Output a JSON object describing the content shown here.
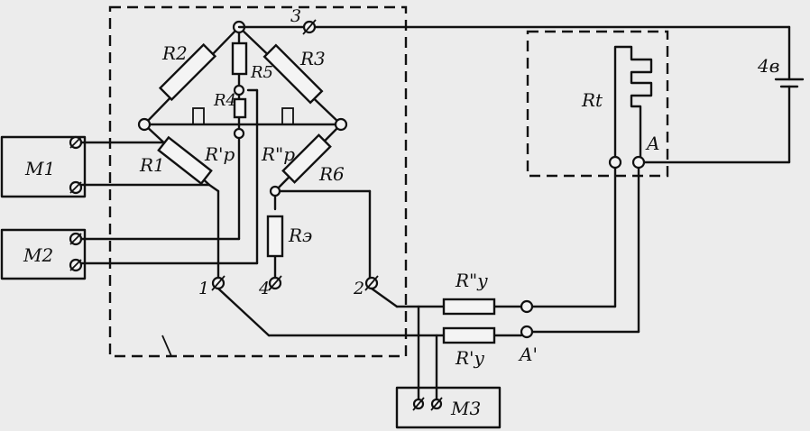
{
  "labels": {
    "r2": "R2",
    "r3": "R3",
    "r5": "R5",
    "r4": "R4",
    "r1": "R1",
    "r6": "R6",
    "rp1": "R'p",
    "rp2": "R\"p",
    "re": "Rэ",
    "rt": "Rt",
    "ry2": "R\"y",
    "ry1": "R'y",
    "m1": "M1",
    "m2": "M2",
    "m3": "M3",
    "battery": "4в",
    "node_a": "A",
    "node_a_prime": "A'",
    "term1": "1",
    "term2": "2",
    "term3": "3",
    "term4": "4"
  }
}
